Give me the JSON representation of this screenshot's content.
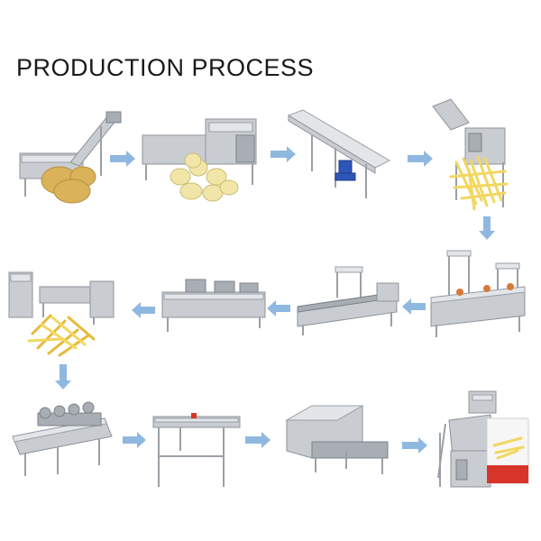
{
  "title": "PRODUCTION PROCESS",
  "colors": {
    "arrow": "#8fb8e0",
    "steel": "#c9cdd2",
    "fries": "#f2d760",
    "potato": "#d9b25a",
    "motor": "#2e55b8"
  },
  "steps": [
    {
      "id": "washing-peeling",
      "icon": "potato-washing-machine-icon"
    },
    {
      "id": "peeling",
      "icon": "peeled-potatoes-icon"
    },
    {
      "id": "picking",
      "icon": "picking-conveyor-icon"
    },
    {
      "id": "cutting",
      "icon": "fries-cutting-machine-icon"
    },
    {
      "id": "rinsing",
      "icon": "rinsing-machine-icon"
    },
    {
      "id": "blanching",
      "icon": "blanching-machine-icon"
    },
    {
      "id": "dewatering",
      "icon": "dewatering-machine-icon"
    },
    {
      "id": "frying",
      "icon": "frying-machine-icon"
    },
    {
      "id": "deoiling",
      "icon": "deoiling-machine-icon"
    },
    {
      "id": "cooling",
      "icon": "cooling-conveyor-icon"
    },
    {
      "id": "freezing",
      "icon": "freezing-tunnel-icon"
    },
    {
      "id": "packing",
      "icon": "packing-machine-icon"
    }
  ]
}
